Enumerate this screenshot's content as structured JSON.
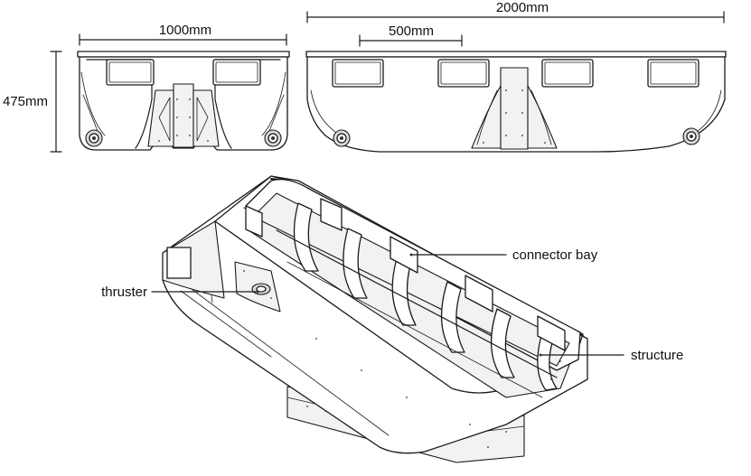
{
  "dimensions": {
    "width_front": "1000mm",
    "width_side": "2000mm",
    "bay_width": "500mm",
    "height": "475mm"
  },
  "callouts": {
    "connector_bay": "connector bay",
    "thruster": "thruster",
    "structure": "structure"
  }
}
